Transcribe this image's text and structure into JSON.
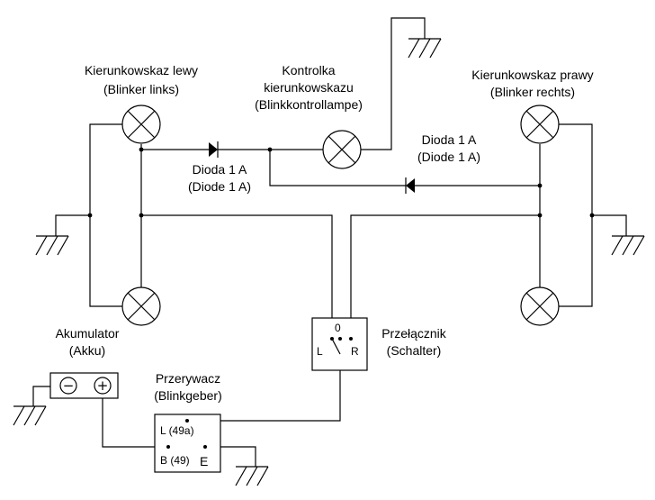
{
  "labels": {
    "left_blinker": [
      "Kierunkowskaz lewy",
      "(Blinker links)"
    ],
    "control_lamp": [
      "Kontrolka",
      "kierunkowskazu",
      "(Blinkkontrollampe)"
    ],
    "right_blinker": [
      "Kierunkowskaz prawy",
      "(Blinker rechts)"
    ],
    "diode_left": [
      "Dioda 1 A",
      "(Diode 1 A)"
    ],
    "diode_right": [
      "Dioda 1 A",
      "(Diode 1 A)"
    ],
    "battery": [
      "Akumulator",
      "(Akku)"
    ],
    "flasher": [
      "Przerywacz",
      "(Blinkgeber)"
    ],
    "switch": [
      "Przełącznik",
      "(Schalter)"
    ]
  },
  "battery_terminals": {
    "minus": "−",
    "plus": "+"
  },
  "switch_terminals": {
    "zero": "0",
    "left": "L",
    "right": "R"
  },
  "flasher_terminals": {
    "l": "L (49a)",
    "b": "B (49)",
    "e": "E"
  }
}
